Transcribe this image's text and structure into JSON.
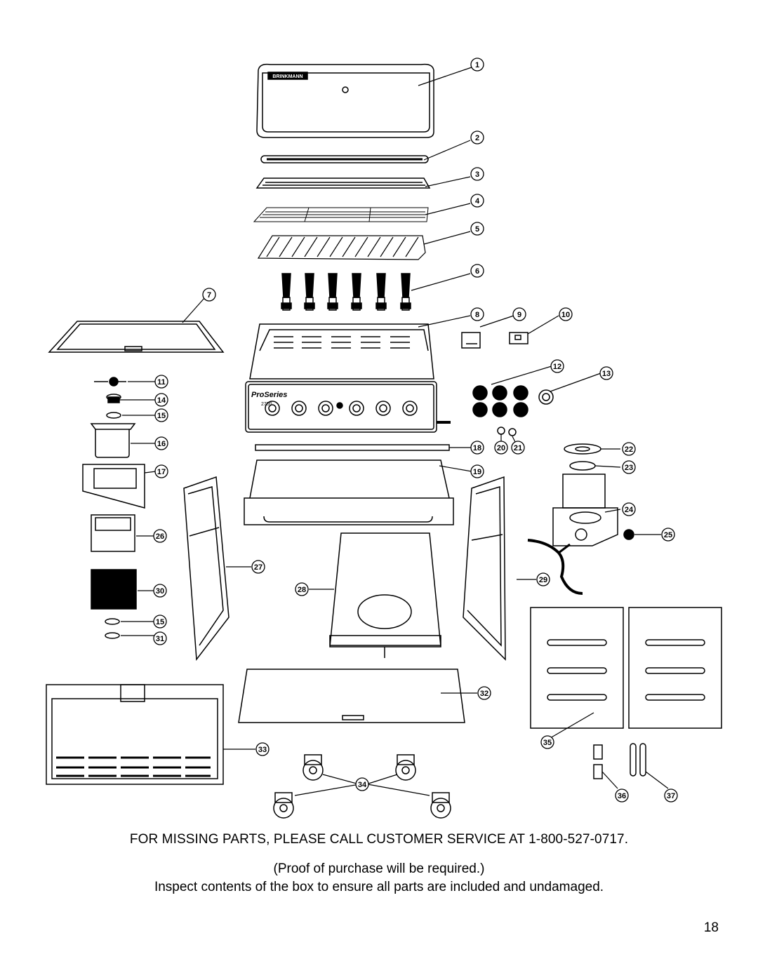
{
  "brand_label": "BRINKMANN",
  "console_label": "ProSeries",
  "console_model": "2700",
  "callouts": [
    "1",
    "2",
    "3",
    "4",
    "5",
    "6",
    "7",
    "8",
    "9",
    "10",
    "11",
    "12",
    "13",
    "14",
    "15",
    "16",
    "17",
    "18",
    "19",
    "20",
    "21",
    "22",
    "23",
    "24",
    "25",
    "26",
    "27",
    "28",
    "29",
    "30",
    "15",
    "31",
    "32",
    "33",
    "34",
    "35",
    "36",
    "37"
  ],
  "notice": {
    "missing_parts": "FOR MISSING PARTS, PLEASE CALL CUSTOMER SERVICE AT 1-800-527-0717.",
    "proof": "(Proof of purchase will be required.)",
    "inspect": "Inspect contents of the box to ensure all parts are included and undamaged."
  },
  "page_number": "18"
}
